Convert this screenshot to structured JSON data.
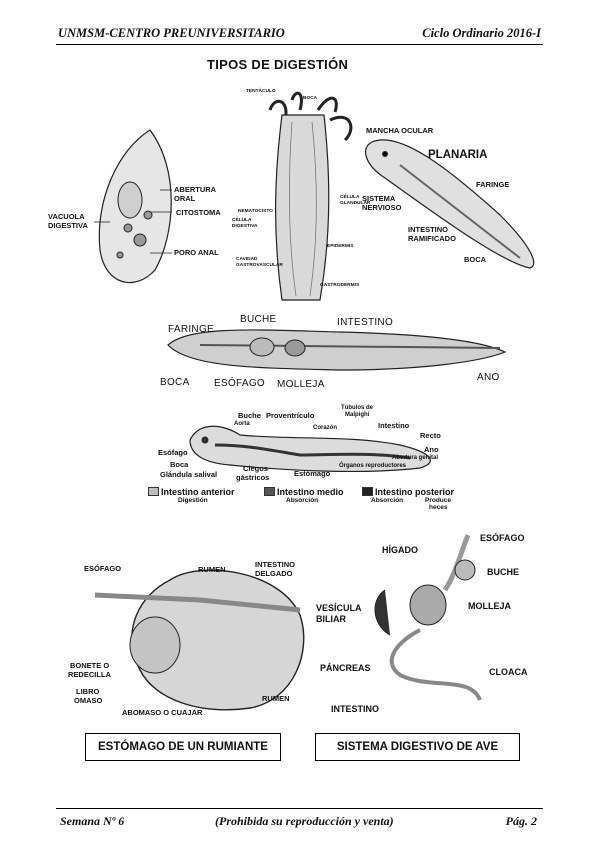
{
  "header": {
    "left": "UNMSM-CENTRO PREUNIVERSITARIO",
    "right": "Ciclo Ordinario 2016-I"
  },
  "title": "TIPOS DE DIGESTIÓN",
  "paramecium": {
    "labels": [
      "ABERTURA",
      "ORAL",
      "CITOSTOMA",
      "VACUOLA",
      "DIGESTIVA",
      "PORO ANAL"
    ]
  },
  "hydra": {
    "labels": [
      "TENTÁCULO",
      "BOCA",
      "CÉLULA",
      "GLANDULAR",
      "NEMATOCISTO",
      "CÉLULA",
      "DIGESTIVA",
      "EPIDERMIS",
      "CAVIDAD",
      "GASTROVASCULAR",
      "GASTRODERMIS"
    ]
  },
  "planaria": {
    "name": "PLANARIA",
    "labels": [
      "MANCHA OCULAR",
      "SISTEMA",
      "NERVIOSO",
      "FARINGE",
      "INTESTINO",
      "RAMIFICADO",
      "BOCA"
    ]
  },
  "worm": {
    "labels": [
      "FARINGE",
      "BUCHE",
      "INTESTINO",
      "BOCA",
      "ESÓFAGO",
      "MOLLEJA",
      "ANO"
    ]
  },
  "insect": {
    "labels": [
      "Buche",
      "Proventrículo",
      "Túbulos de",
      "Malpighi",
      "Aorta",
      "Corazón",
      "Intestino",
      "Recto",
      "Ano",
      "Esófago",
      "Boca",
      "Glándula salival",
      "Ciegos",
      "gástricos",
      "Estómago",
      "Órganos reproductores",
      "Abertura genital"
    ],
    "legend": [
      {
        "name": "Intestino anterior",
        "sub": "Digestión",
        "color": "#bdbdbd"
      },
      {
        "name": "Intestino medio",
        "sub": "Absorción",
        "color": "#555555"
      },
      {
        "name": "Intestino posterior",
        "sub": "Absorción",
        "color": "#222222"
      }
    ],
    "extra": [
      "Produce",
      "heces"
    ]
  },
  "ruminant": {
    "labels": [
      "ESÓFAGO",
      "RUMEN",
      "INTESTINO",
      "DELGADO",
      "VESÍCULA",
      "BILIAR",
      "BONETE O",
      "REDECILLA",
      "LIBRO",
      "OMASO",
      "ABOMASO O CUAJAR",
      "RUMEN"
    ],
    "caption": "ESTÓMAGO DE UN RUMIANTE"
  },
  "bird": {
    "labels": [
      "ESÓFAGO",
      "HÍGADO",
      "BUCHE",
      "MOLLEJA",
      "PÁNCREAS",
      "CLOACA",
      "INTESTINO"
    ],
    "caption": "SISTEMA DIGESTIVO DE AVE"
  },
  "footer": {
    "left": "Semana Nº 6",
    "center": "(Prohibida su reproducción y venta)",
    "right": "Pág. 2"
  }
}
